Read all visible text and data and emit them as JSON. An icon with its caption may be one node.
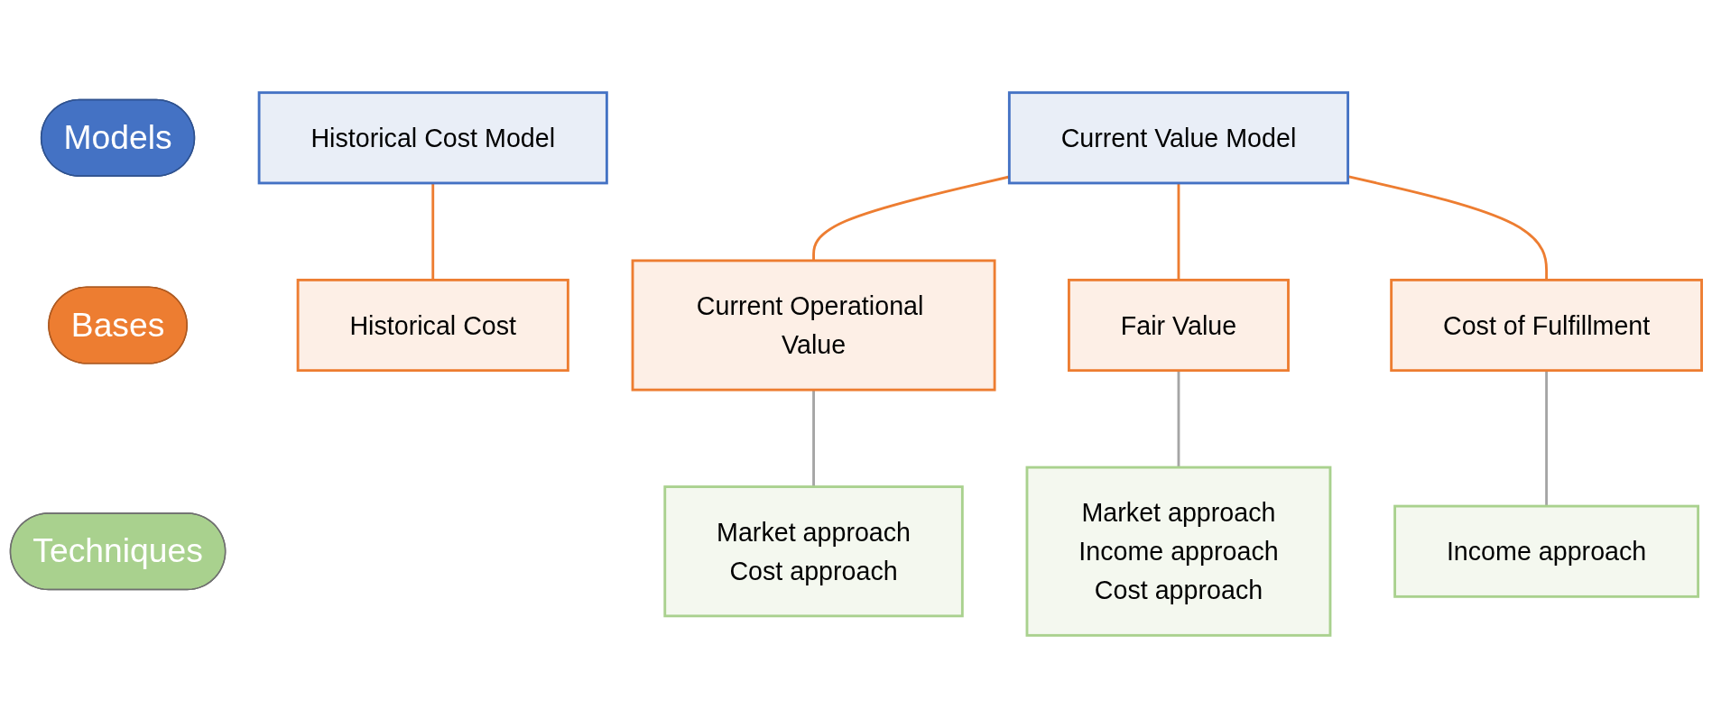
{
  "diagram": {
    "nodes": [
      {
        "text": [
          "Models"
        ]
      },
      {
        "text": [
          "Bases"
        ]
      },
      {
        "text": [
          "Techniques"
        ]
      },
      {
        "text": [
          "Historical Cost Model"
        ]
      },
      {
        "text": [
          "Current Value Model"
        ]
      },
      {
        "text": [
          "Historical Cost"
        ]
      },
      {
        "text": [
          "Current Operational Value"
        ]
      },
      {
        "text": [
          "Fair Value"
        ]
      },
      {
        "text": [
          "Cost of Fulfillment"
        ]
      },
      {
        "text": [
          "Market approach",
          "Cost approach"
        ]
      },
      {
        "text": [
          "Market approach",
          "Income approach",
          "Cost approach"
        ]
      },
      {
        "text": [
          "Income approach"
        ]
      }
    ],
    "edges": [
      {
        "from": 3,
        "to": 5,
        "arrow": "none"
      },
      {
        "from": 4,
        "to": 6,
        "arrow": "none"
      },
      {
        "from": 4,
        "to": 7,
        "arrow": "none"
      },
      {
        "from": 4,
        "to": 8,
        "arrow": "none"
      },
      {
        "from": 6,
        "to": 9,
        "arrow": "none",
        "color": "#a5a5a5"
      },
      {
        "from": 7,
        "to": 10,
        "arrow": "none",
        "color": "#a5a5a5"
      },
      {
        "from": 8,
        "to": 11,
        "arrow": "none",
        "color": "#a5a5a5"
      }
    ]
  }
}
